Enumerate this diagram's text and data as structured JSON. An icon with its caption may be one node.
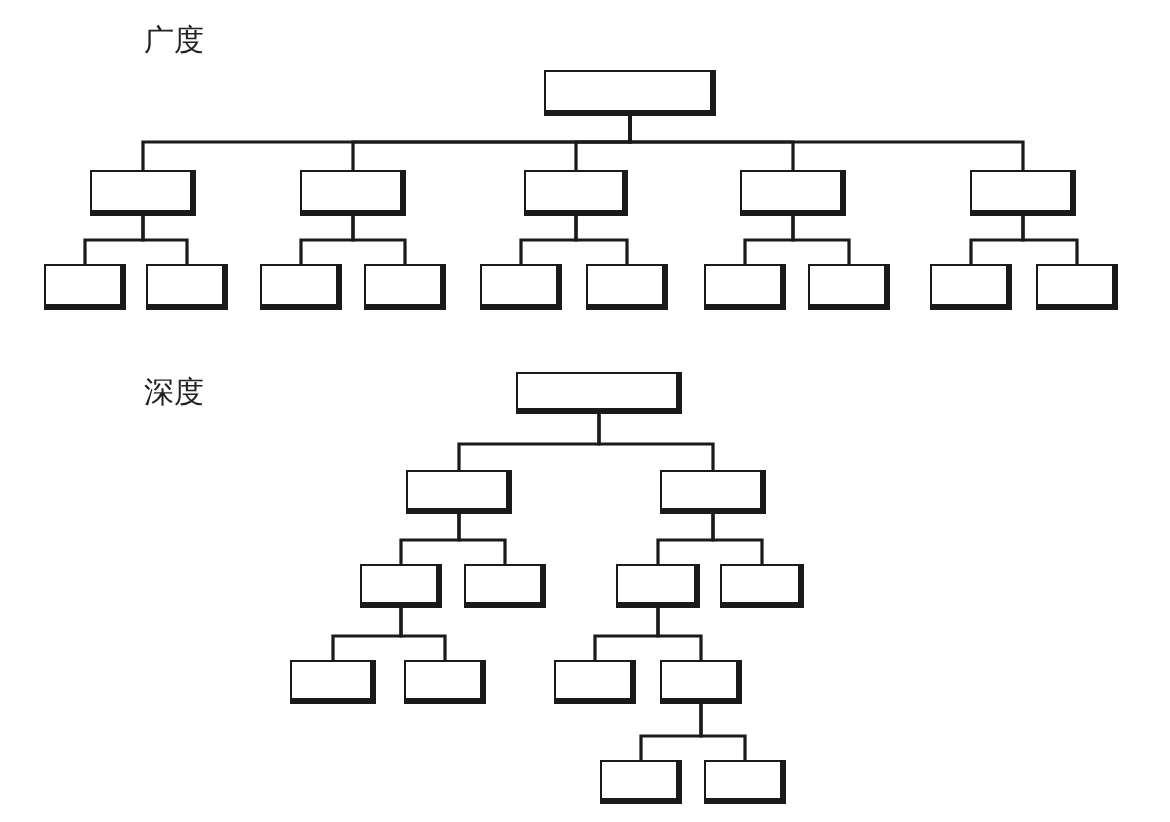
{
  "diagram": {
    "nodes": [
      {
        "text": [],
        "shape": "box"
      },
      {
        "text": [],
        "shape": "box"
      },
      {
        "text": [],
        "shape": "box"
      },
      {
        "text": [],
        "shape": "box"
      },
      {
        "text": [],
        "shape": "box"
      },
      {
        "text": [],
        "shape": "box"
      },
      {
        "text": [],
        "shape": "box"
      },
      {
        "text": [],
        "shape": "box"
      },
      {
        "text": [],
        "shape": "box"
      },
      {
        "text": [],
        "shape": "box"
      },
      {
        "text": [],
        "shape": "box"
      },
      {
        "text": [],
        "shape": "box"
      },
      {
        "text": [],
        "shape": "box"
      },
      {
        "text": [],
        "shape": "box"
      },
      {
        "text": [],
        "shape": "box"
      },
      {
        "text": [],
        "shape": "box"
      },
      {
        "text": [],
        "shape": "box"
      },
      {
        "text": [],
        "shape": "box"
      },
      {
        "text": [],
        "shape": "box"
      },
      {
        "text": [],
        "shape": "box"
      },
      {
        "text": [],
        "shape": "box"
      },
      {
        "text": [],
        "shape": "box"
      },
      {
        "text": [],
        "shape": "box"
      },
      {
        "text": [],
        "shape": "box"
      },
      {
        "text": [],
        "shape": "box"
      },
      {
        "text": [],
        "shape": "box"
      },
      {
        "text": [],
        "shape": "box"
      },
      {
        "text": [],
        "shape": "box"
      },
      {
        "text": [],
        "shape": "box"
      }
    ],
    "edges": [
      {
        "from": 0,
        "to": 1,
        "arrow": "none"
      },
      {
        "from": 0,
        "to": 2,
        "arrow": "none"
      },
      {
        "from": 0,
        "to": 3,
        "arrow": "none"
      },
      {
        "from": 0,
        "to": 4,
        "arrow": "none"
      },
      {
        "from": 0,
        "to": 5,
        "arrow": "none"
      },
      {
        "from": 1,
        "to": 6,
        "arrow": "none"
      },
      {
        "from": 1,
        "to": 7,
        "arrow": "none"
      },
      {
        "from": 2,
        "to": 8,
        "arrow": "none"
      },
      {
        "from": 2,
        "to": 9,
        "arrow": "none"
      },
      {
        "from": 3,
        "to": 10,
        "arrow": "none"
      },
      {
        "from": 3,
        "to": 11,
        "arrow": "none"
      },
      {
        "from": 4,
        "to": 12,
        "arrow": "none"
      },
      {
        "from": 4,
        "to": 13,
        "arrow": "none"
      },
      {
        "from": 5,
        "to": 14,
        "arrow": "none"
      },
      {
        "from": 5,
        "to": 15,
        "arrow": "none"
      },
      {
        "from": 16,
        "to": 17,
        "arrow": "none"
      },
      {
        "from": 16,
        "to": 18,
        "arrow": "none"
      },
      {
        "from": 17,
        "to": 19,
        "arrow": "none"
      },
      {
        "from": 17,
        "to": 20,
        "arrow": "none"
      },
      {
        "from": 18,
        "to": 21,
        "arrow": "none"
      },
      {
        "from": 18,
        "to": 22,
        "arrow": "none"
      },
      {
        "from": 19,
        "to": 23,
        "arrow": "none"
      },
      {
        "from": 19,
        "to": 24,
        "arrow": "none"
      },
      {
        "from": 21,
        "to": 25,
        "arrow": "none"
      },
      {
        "from": 21,
        "to": 26,
        "arrow": "none"
      },
      {
        "from": 26,
        "to": 27,
        "arrow": "none"
      },
      {
        "from": 26,
        "to": 28,
        "arrow": "none"
      }
    ],
    "labels": [
      "广度",
      "深度"
    ]
  }
}
